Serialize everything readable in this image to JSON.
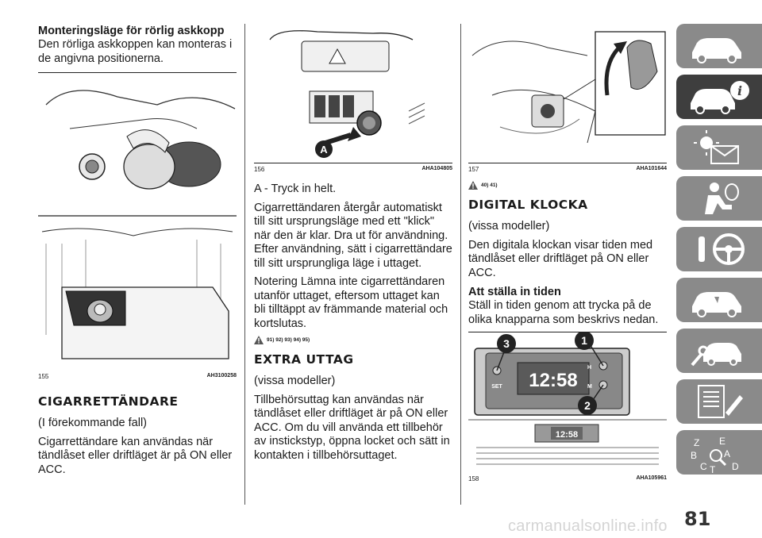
{
  "col1": {
    "heading": "Monteringsläge för rörlig askkopp",
    "intro": "Den rörliga askkoppen kan monteras i de angivna positionerna.",
    "fig_num": "155",
    "fig_code": "AH3100258",
    "section_title": "CIGARRETTÄNDARE",
    "qualifier": "(I förekommande fall)",
    "body": "Cigarrettändare kan användas när tändlåset eller driftläget är på ON eller ACC."
  },
  "col2": {
    "fig_num": "156",
    "fig_code": "AHA104805",
    "fig_label_a": "A",
    "p1": "A - Tryck in helt.",
    "p2": "Cigarrettändaren återgår automatiskt till sitt ursprungsläge med ett \"klick\" när den är klar. Dra ut för användning. Efter användning, sätt i cigarrettändare till sitt ursprungliga läge i uttaget.",
    "p3": "Notering Lämna inte cigarrettändaren utanför uttaget, eftersom uttaget kan bli tilltäppt av främmande material och kortslutas.",
    "warn_refs": "91) 92) 93) 94) 95)",
    "section_title": "EXTRA UTTAG",
    "qualifier": "(vissa modeller)",
    "body": "Tillbehörsuttag kan användas när tändlåset eller driftläget är på ON eller ACC. Om du vill använda ett tillbehör av instickstyp, öppna locket och sätt in kontakten i tillbehörsuttaget."
  },
  "col3": {
    "fig_num": "157",
    "fig_code": "AHA101644",
    "warn_refs": "40) 41)",
    "section_title": "DIGITAL KLOCKA",
    "qualifier": "(vissa modeller)",
    "body": "Den digitala klockan visar tiden med tändlåset eller driftläget på ON eller ACC.",
    "subheading": "Att ställa in tiden",
    "sub_body": "Ställ in tiden genom att trycka på de olika knapparna som beskrivs nedan.",
    "clock_time": "12:58",
    "clock_time_small": "12:58",
    "btn_set": "SET",
    "btn_h": "H",
    "btn_m": "M",
    "callout_1": "1",
    "callout_2": "2",
    "callout_3": "3",
    "fig2_num": "158",
    "fig2_code": "AHA105961"
  },
  "tabs": [
    "car-icon",
    "car-info-icon",
    "warning-lights-icon",
    "airbag-seat-icon",
    "steering-icon",
    "car-emergency-icon",
    "wrench-car-icon",
    "document-list-icon",
    "index-letters-icon"
  ],
  "index_letters": [
    "Z",
    "E",
    "B",
    "A",
    "C",
    "T",
    "D"
  ],
  "page_number": "81",
  "watermark": "carmanualsonline.info"
}
